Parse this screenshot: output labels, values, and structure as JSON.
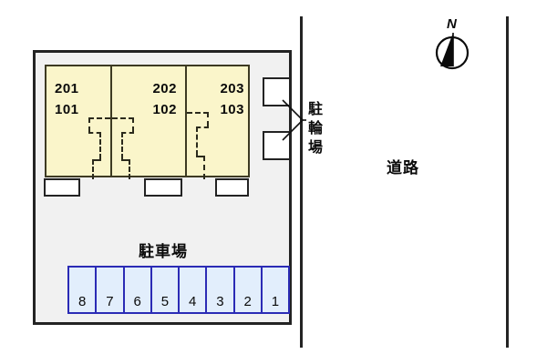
{
  "plan": {
    "building": {
      "units": [
        {
          "upper": "201",
          "lower": "101"
        },
        {
          "upper": "202",
          "lower": "102"
        },
        {
          "upper": "203",
          "lower": "103"
        }
      ]
    },
    "bicycle_parking": {
      "label": "駐輪場",
      "chars": [
        "駐",
        "輪",
        "場"
      ]
    },
    "car_parking": {
      "label": "駐車場",
      "stalls": [
        "8",
        "7",
        "6",
        "5",
        "4",
        "3",
        "2",
        "1"
      ]
    },
    "road": {
      "label": "道路"
    },
    "compass": {
      "label": "N"
    }
  },
  "colors": {
    "building_fill": "#faf5ca",
    "building_stroke": "#3d3a22",
    "plot_fill": "#f1f1f1",
    "plot_stroke": "#232323",
    "parking_fill": "#e2eefc",
    "parking_stroke": "#2b2bb5"
  }
}
